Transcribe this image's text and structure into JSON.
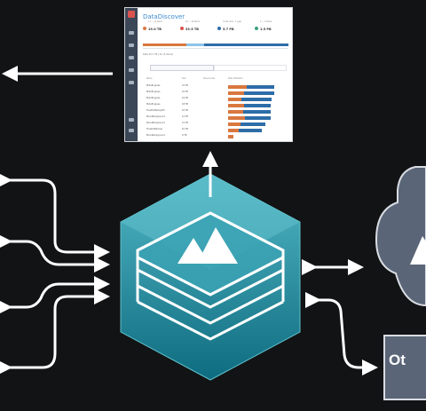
{
  "app": {
    "title": "DataDiscover",
    "stats": [
      {
        "label": "11 — 11 items",
        "value": "19.0 TB",
        "color": "#d9773f"
      },
      {
        "label": "10 — 10 items",
        "value": "33.5 TB",
        "color": "#d9534f"
      },
      {
        "label": "3,102 docs · 1 year",
        "value": "5.7 PB",
        "color": "#2d6da8"
      },
      {
        "label": "4 — 4 items",
        "value": "1.5 PB",
        "color": "#3aa37a"
      }
    ],
    "caption": "Data  30.1 TB  |  5a (3 items)",
    "columns": [
      "Name",
      "Size",
      "Size/ Access",
      "Data Utilization"
    ],
    "rows": [
      {
        "name": "MotoEngines",
        "size": "23 TB",
        "orange": 0.35,
        "blue": 0.65
      },
      {
        "name": "MotoEngines",
        "size": "24 TB",
        "orange": 0.3,
        "blue": 0.7
      },
      {
        "name": "MotoEngines",
        "size": "19 TB",
        "orange": 0.25,
        "blue": 0.7
      },
      {
        "name": "MotoEngines",
        "size": "18 TB",
        "orange": 0.3,
        "blue": 0.62
      },
      {
        "name": "FlowProBackupFil",
        "size": "16 TB",
        "orange": 0.28,
        "blue": 0.66
      },
      {
        "name": "MoonBackground",
        "size": "14 TB",
        "orange": 0.32,
        "blue": 0.6
      },
      {
        "name": "MoonBackground",
        "size": "12 TB",
        "orange": 0.24,
        "blue": 0.58
      },
      {
        "name": "FlowProBackup",
        "size": "10 TB",
        "orange": 0.2,
        "blue": 0.55
      },
      {
        "name": "MoonBackground",
        "size": "9 TB",
        "orange": 0.1,
        "blue": 0.0
      }
    ]
  },
  "box_label": "Ot",
  "colors": {
    "background": "#121314",
    "hex_fill": "#1f8ea0",
    "hex_top": "#46b4c2",
    "cloud": "#5a6577",
    "box": "#5a6577",
    "arrow": "#ffffff"
  }
}
